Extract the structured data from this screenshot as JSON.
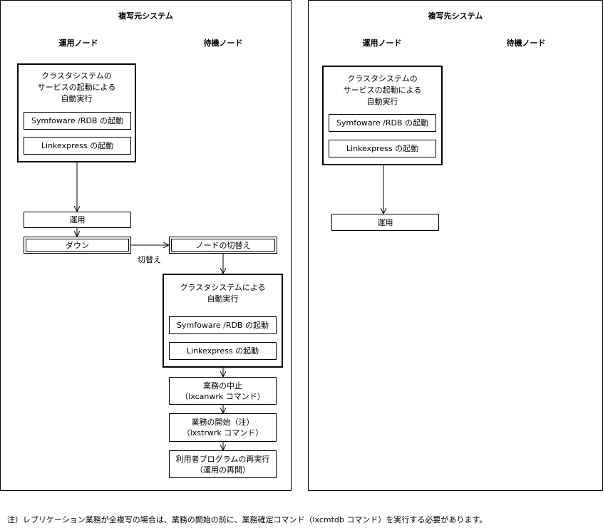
{
  "source_system": {
    "title": "複写元システム",
    "active_node": "運用ノード",
    "standby_node": "待機ノード",
    "auto_group": {
      "text": "クラスタシステムの\nサービスの起動による\n自動実行",
      "items": [
        "Symfoware /RDB の起動",
        "Linkexpress の起動"
      ]
    },
    "operation": "運用",
    "down": "ダウン",
    "switchover_label": "切替え",
    "node_switch": "ノードの切替え",
    "standby_group": {
      "text": "クラスタシステムによる\n自動実行",
      "items": [
        "Symfoware /RDB の起動",
        "Linkexpress の起動"
      ]
    },
    "steps": [
      "業務の中止\n（lxcanwrk コマンド）",
      "業務の開始（注）\n（lxstrwrk コマンド）",
      "利用者プログラムの再実行\n（運用の再開）"
    ]
  },
  "target_system": {
    "title": "複写先システム",
    "active_node": "運用ノード",
    "standby_node": "待機ノード",
    "auto_group": {
      "text": "クラスタシステムの\nサービスの起動による\n自動実行",
      "items": [
        "Symfoware /RDB の起動",
        "Linkexpress の起動"
      ]
    },
    "operation": "運用"
  },
  "note": "注）レプリケーション業務が全複写の場合は、業務の開始の前に、業務確定コマンド（lxcmtdb コマンド）を実行する必要があります。"
}
